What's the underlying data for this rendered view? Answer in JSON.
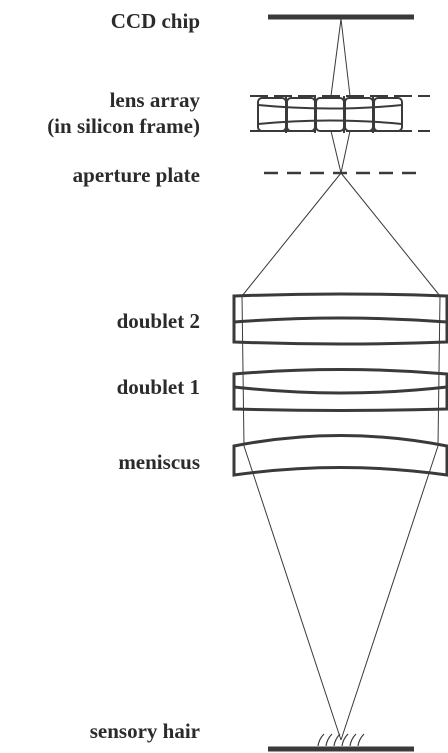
{
  "labels": {
    "ccd_chip": "CCD chip",
    "lens_array_line1": "lens array",
    "lens_array_line2": "(in silicon frame)",
    "aperture_plate": "aperture plate",
    "doublet_2": "doublet 2",
    "doublet_1": "doublet 1",
    "meniscus": "meniscus",
    "sensory_hair": "sensory hair"
  },
  "colors": {
    "ink": "#3a3a3a",
    "text": "#2b2b2b"
  }
}
